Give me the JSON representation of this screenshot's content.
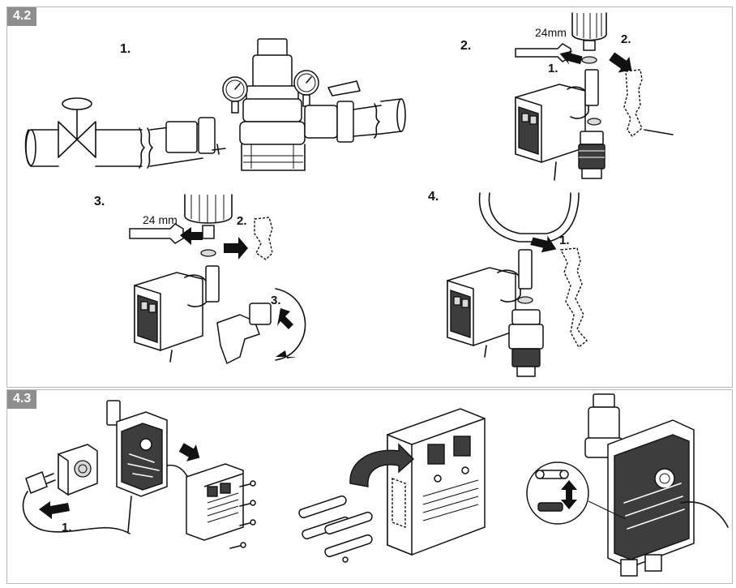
{
  "sections": [
    {
      "badge": "4.2"
    },
    {
      "badge": "4.3"
    }
  ],
  "steps": {
    "s1": {
      "number": "1."
    },
    "s2": {
      "number": "2.",
      "size": "24mm",
      "arrow1": "1.",
      "arrow2": "2."
    },
    "s3": {
      "number": "3.",
      "size": "24 mm",
      "arrow2": "2.",
      "arrow3": "3."
    },
    "s4": {
      "number": "4.",
      "arrow1": "1."
    }
  },
  "section43": {
    "unplug_step": "1."
  },
  "icons": [
    "valve-icon",
    "pressure-gauge-icon",
    "wrench-icon",
    "actuator-icon",
    "power-plug-icon",
    "socket-icon",
    "battery-icon",
    "fuse-icon",
    "arrow-icon"
  ],
  "colors": {
    "badge": "#8e8e8e",
    "border": "#b7b7b7",
    "ink": "#111111"
  }
}
